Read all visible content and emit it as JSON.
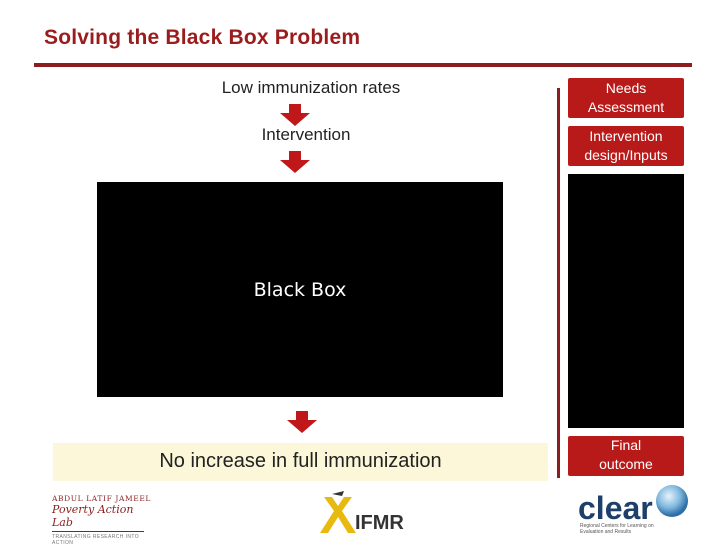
{
  "title": "Solving the Black Box Problem",
  "steps": {
    "low_immunization": "Low immunization rates",
    "intervention": "Intervention",
    "black_box": "Black Box",
    "outcome": "No increase in full immunization"
  },
  "right_panel": {
    "needs_assessment": "Needs Assessment",
    "intervention_design": "Intervention design/Inputs",
    "final_outcome": "Final outcome"
  },
  "logos": {
    "jpal_line1": "ABDUL LATIF JAMEEL",
    "jpal_line2": "Poverty Action Lab",
    "jpal_line3": "TRANSLATING RESEARCH INTO ACTION",
    "ifmr": "IFMR",
    "clear": "clear",
    "clear_sub": "Regional Centers for Learning on Evaluation and Results"
  },
  "colors": {
    "accent": "#b81a1a",
    "title": "#9b1c1c",
    "band": "#fbf7d8"
  }
}
